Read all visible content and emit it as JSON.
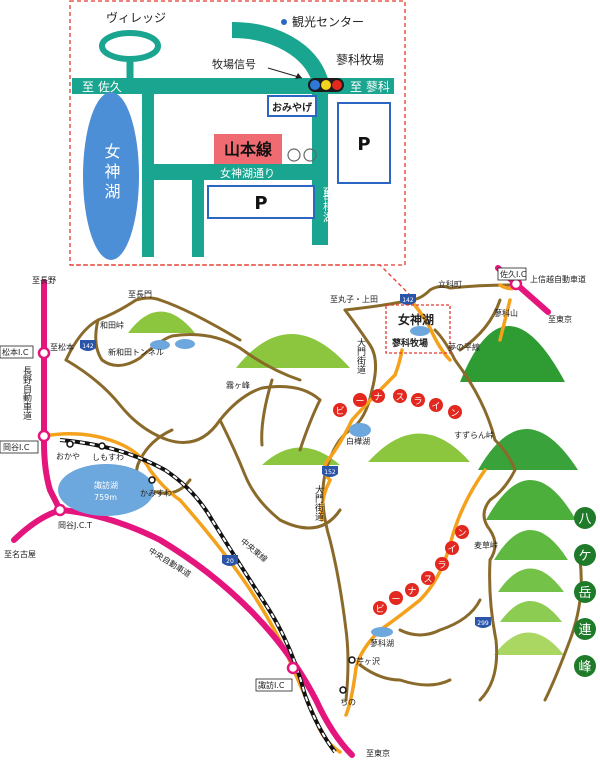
{
  "inset": {
    "village": "ヴィレッジ",
    "tourist_center": "観光センター",
    "to_saku": "至 佐久",
    "to_tateshina": "至 蓼科",
    "farm_signal": "牧場信号",
    "tateshina_farm": "蓼科牧場",
    "omiyage": "おみやげ",
    "shop_name": "山本線",
    "parking": "P",
    "lake_name": "女神湖",
    "street": "女神湖通り",
    "to_shirakaba_to": "至",
    "to_shirakaba_name": "白樺湖"
  },
  "map": {
    "to_nagano": "至長野",
    "matsumoto_ic": "松本I.C",
    "nagano_expressway": "長野自動車道",
    "okaya_ic": "岡谷I.C",
    "okaya_jct": "岡谷J.C.T",
    "to_nagoya": "至名古屋",
    "to_matsumoto": "至松本",
    "wada_pass": "和田峠",
    "shinwada_tunnel": "新和田トンネル",
    "to_nagato": "至長門",
    "kirigamine": "霧ヶ峰",
    "to_maruko_ueda": "至丸子・上田",
    "route_142": "142",
    "tateshina_town": "立科町",
    "saku_ic": "佐久I.C",
    "joshinetsu_expressway": "上信越自動車道",
    "to_tokyo_top": "至東京",
    "tateshina_mountain": "蓼科山",
    "megami_lake": "女神湖",
    "tateshina_farm": "蓼科牧場",
    "yumenotaira": "夢の平線",
    "daimon_road_top": "大門街道",
    "daimon_road_bottom": "大門街道",
    "shirakaba_lake": "白樺湖",
    "suzuran_pass": "すずらん峠",
    "venus_line_top": [
      "ビ",
      "ー",
      "ナ",
      "ス",
      "ラ",
      "イ",
      "ン"
    ],
    "venus_line_bottom": [
      "ビ",
      "ー",
      "ナ",
      "ス",
      "ラ",
      "イ",
      "ン"
    ],
    "okaya_label": "おかや",
    "shimosuwa": "しもすわ",
    "kamisuwa": "かみすわ",
    "suwa_lake": "諏訪湖",
    "suwa_lake_elev": "759m",
    "route_152": "152",
    "route_20": "20",
    "route_299": "299",
    "chuo_expressway": "中央自動車道",
    "chuo_line": "中央東線",
    "mugikusa_pass": "麦草峠",
    "tateshina_lake": "蓼科湖",
    "sekigasawa": "芹ヶ沢",
    "chino": "ちの",
    "suwa_ic": "諏訪I.C",
    "to_tokyo_bottom": "至東京",
    "yatsugatake": [
      "八",
      "ケ",
      "岳",
      "連",
      "峰"
    ]
  }
}
